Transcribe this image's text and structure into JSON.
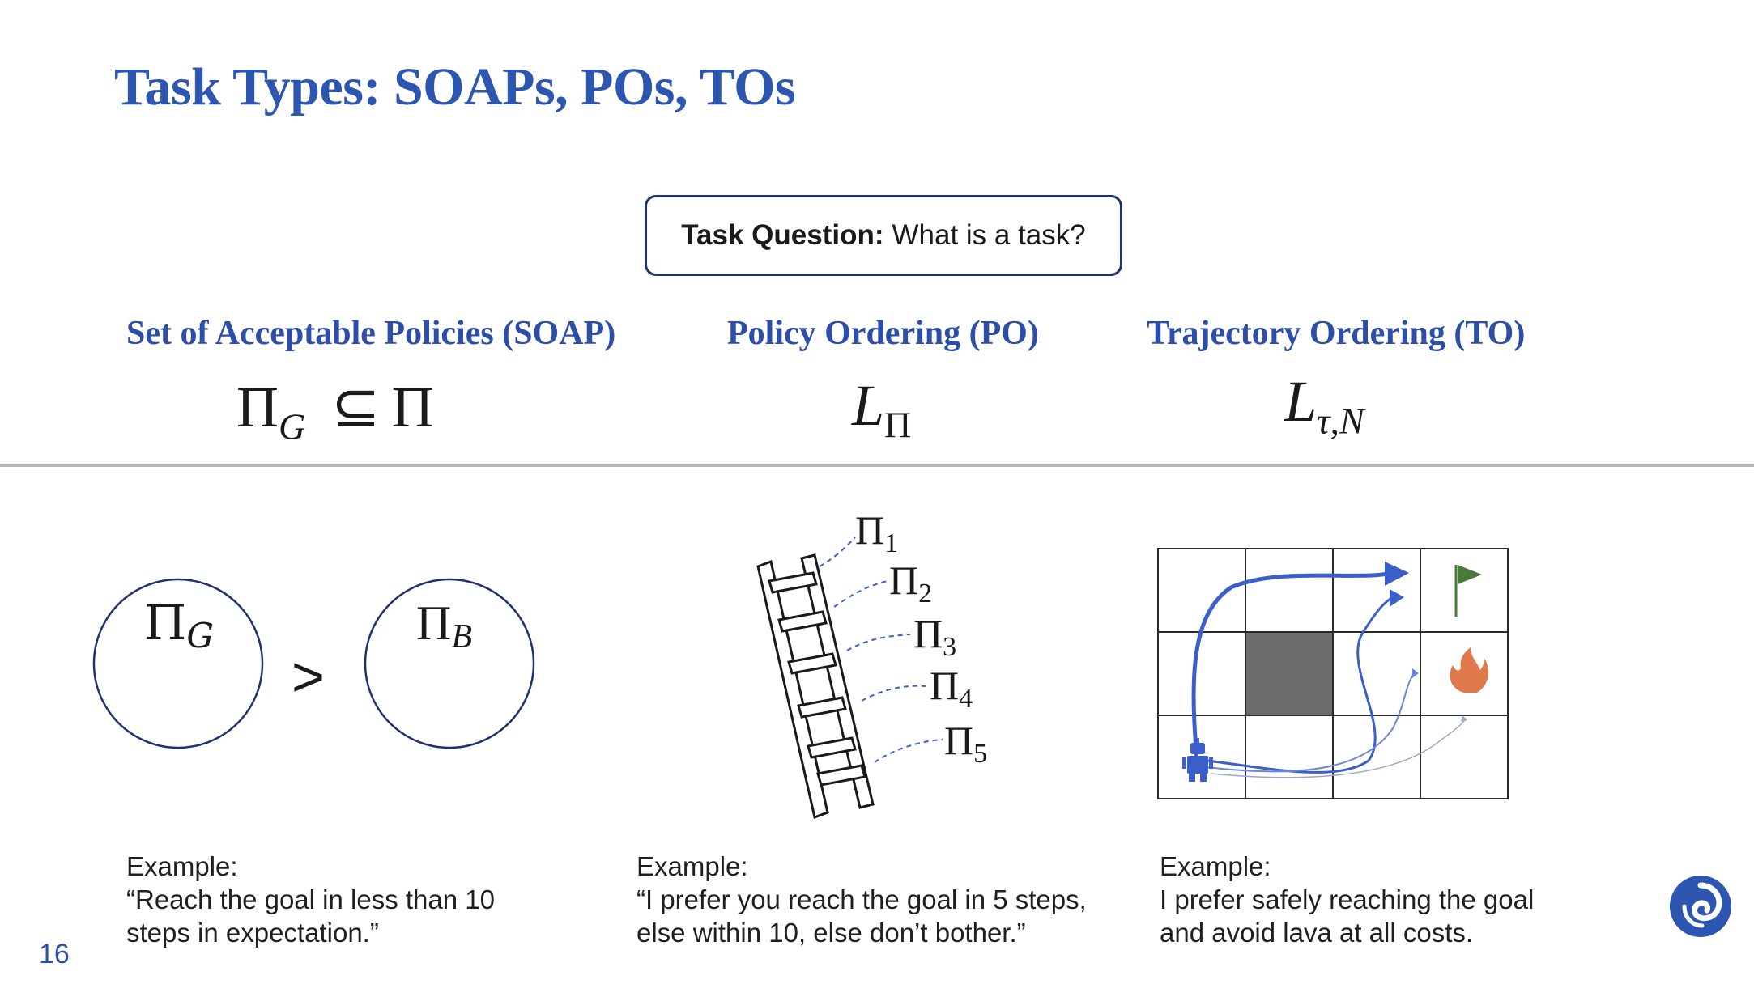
{
  "slide": {
    "title": "Task Types: SOAPs, POs, TOs",
    "task_question": {
      "label": "Task Question:",
      "text": "What is a task?"
    },
    "page_number": "16"
  },
  "columns": [
    {
      "heading": "Set of Acceptable Policies (SOAP)",
      "formula": {
        "lhs_base": "Π",
        "lhs_sub": "G",
        "relation": "⊆",
        "rhs": "Π"
      },
      "diagram": {
        "left_label_base": "Π",
        "left_label_sub": "G",
        "comparator": ">",
        "right_label_base": "Π",
        "right_label_sub": "B"
      },
      "example": {
        "label": "Example:",
        "line1": "“Reach the goal in less than 10",
        "line2": "steps in expectation.”"
      }
    },
    {
      "heading": "Policy Ordering (PO)",
      "formula": {
        "base": "L",
        "sub": "Π"
      },
      "diagram": {
        "rungs": [
          {
            "base": "Π",
            "sub": "1"
          },
          {
            "base": "Π",
            "sub": "2"
          },
          {
            "base": "Π",
            "sub": "3"
          },
          {
            "base": "Π",
            "sub": "4"
          },
          {
            "base": "Π",
            "sub": "5"
          }
        ]
      },
      "example": {
        "label": "Example:",
        "line1": "“I prefer you reach the goal in 5 steps,",
        "line2": "else within 10, else don’t bother.”"
      }
    },
    {
      "heading": "Trajectory Ordering (TO)",
      "formula": {
        "base": "L",
        "sub": "τ,N"
      },
      "diagram": {
        "grid_rows": 3,
        "grid_cols": 4,
        "icons": [
          "robot-icon",
          "flag-icon",
          "fire-icon"
        ]
      },
      "example": {
        "label": "Example:",
        "line1": "I prefer safely reaching the goal",
        "line2": "and avoid lava at all costs."
      }
    }
  ],
  "colors": {
    "title": "#2d56b0",
    "heading": "#2d4ea8",
    "path": "#3a5fc8",
    "wall": "#6b6b6b",
    "fire": "#e07a4c",
    "flag": "#4a7a3a"
  }
}
